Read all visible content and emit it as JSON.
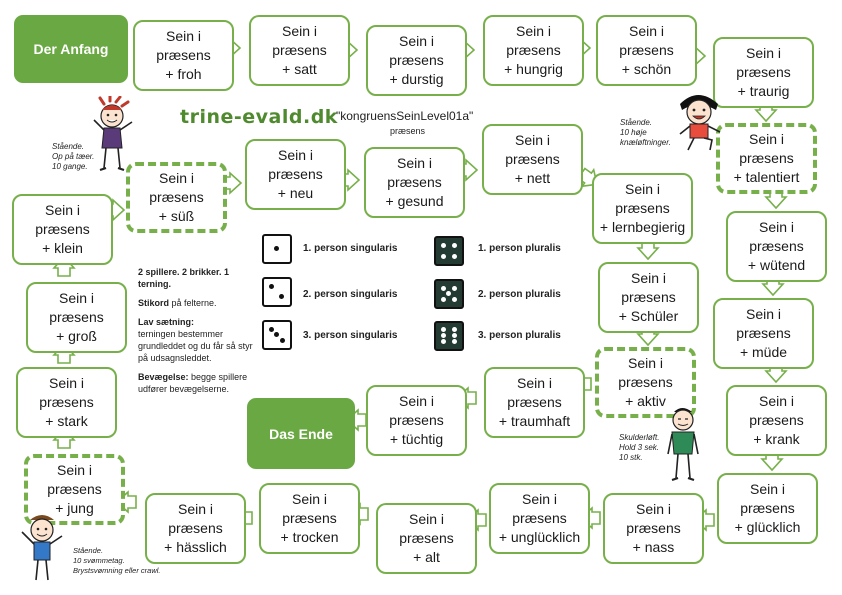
{
  "start_label": "Der Anfang",
  "end_label": "Das Ende",
  "brand": "trine-evald.dk",
  "game_title": "\"kongruensSeinLevel01a\"",
  "game_subtitle": "præsens",
  "tiles": [
    {
      "line1": "Sein i",
      "line2": "præsens",
      "line3": "+ froh",
      "special": false
    },
    {
      "line1": "Sein i",
      "line2": "præsens",
      "line3": "+ satt",
      "special": false
    },
    {
      "line1": "Sein i",
      "line2": "præsens",
      "line3": "+ durstig",
      "special": false
    },
    {
      "line1": "Sein i",
      "line2": "præsens",
      "line3": "+ hungrig",
      "special": false
    },
    {
      "line1": "Sein i",
      "line2": "præsens",
      "line3": "+ schön",
      "special": false
    },
    {
      "line1": "Sein i",
      "line2": "præsens",
      "line3": "+ traurig",
      "special": false
    },
    {
      "line1": "Sein i",
      "line2": "præsens",
      "line3": "+ talentiert",
      "special": true
    },
    {
      "line1": "Sein i",
      "line2": "præsens",
      "line3": "+ wütend",
      "special": false
    },
    {
      "line1": "Sein i",
      "line2": "præsens",
      "line3": "+ müde",
      "special": false
    },
    {
      "line1": "Sein i",
      "line2": "præsens",
      "line3": "+ krank",
      "special": false
    },
    {
      "line1": "Sein i",
      "line2": "præsens",
      "line3": "+ glücklich",
      "special": false
    },
    {
      "line1": "Sein i",
      "line2": "præsens",
      "line3": "+ nass",
      "special": false
    },
    {
      "line1": "Sein i",
      "line2": "præsens",
      "line3": "+ unglücklich",
      "special": false
    },
    {
      "line1": "Sein i",
      "line2": "præsens",
      "line3": "+ alt",
      "special": false
    },
    {
      "line1": "Sein i",
      "line2": "præsens",
      "line3": "+ trocken",
      "special": false
    },
    {
      "line1": "Sein i",
      "line2": "præsens",
      "line3": "+ hässlich",
      "special": false
    },
    {
      "line1": "Sein i",
      "line2": "præsens",
      "line3": "+ jung",
      "special": true
    },
    {
      "line1": "Sein i",
      "line2": "præsens",
      "line3": "+ stark",
      "special": false
    },
    {
      "line1": "Sein i",
      "line2": "præsens",
      "line3": "+ groß",
      "special": false
    },
    {
      "line1": "Sein i",
      "line2": "præsens",
      "line3": "+ klein",
      "special": false
    },
    {
      "line1": "Sein i",
      "line2": "præsens",
      "line3": "+ süß",
      "special": true
    },
    {
      "line1": "Sein i",
      "line2": "præsens",
      "line3": "+ neu",
      "special": false
    },
    {
      "line1": "Sein i",
      "line2": "præsens",
      "line3": "+ gesund",
      "special": false
    },
    {
      "line1": "Sein i",
      "line2": "præsens",
      "line3": "+ nett",
      "special": false
    },
    {
      "line1": "Sein i",
      "line2": "præsens",
      "line3": "+ lernbegierig",
      "special": false
    },
    {
      "line1": "Sein i",
      "line2": "præsens",
      "line3": "+ Schüler",
      "special": false
    },
    {
      "line1": "Sein i",
      "line2": "præsens",
      "line3": "+ aktiv",
      "special": true
    },
    {
      "line1": "Sein i",
      "line2": "præsens",
      "line3": "+ traumhaft",
      "special": false
    },
    {
      "line1": "Sein i",
      "line2": "præsens",
      "line3": "+ tüchtig",
      "special": false
    }
  ],
  "dice_legend": [
    {
      "pips": 1,
      "label": "1. person singularis"
    },
    {
      "pips": 2,
      "label": "2. person singularis"
    },
    {
      "pips": 3,
      "label": "3. person singularis"
    },
    {
      "pips": 4,
      "label": "1. person pluralis"
    },
    {
      "pips": 5,
      "label": "2. person pluralis"
    },
    {
      "pips": 6,
      "label": "3. person pluralis"
    }
  ],
  "rules": {
    "setup": "2 spillere. 2 brikker. 1 terning.",
    "stikord_bold": "Stikord",
    "stikord_rest": " på felterne.",
    "lav_heading": "Lav sætning:",
    "lav_text": "terningen bestemmer grundleddet og du får så styr på udsagnsleddet.",
    "bevaegelse_heading": "Bevægelse:",
    "bevaegelse_text": " begge spillere udfører bevægelserne."
  },
  "exercises": {
    "toes": [
      "Stående.",
      "Op på tæer.",
      "10 gange."
    ],
    "knee": [
      "Stående.",
      "10 høje",
      "knæløftninger."
    ],
    "shoulder": [
      "Skulderløft.",
      "Hold 3 sek.",
      "10 stk."
    ],
    "swim": [
      "Stående.",
      "10 svømmetag.",
      "Brystsvømning eller crawl."
    ]
  },
  "colors": {
    "accent": "#77b04a",
    "start_fill": "#6aa843",
    "die_dark": "#243b34"
  }
}
